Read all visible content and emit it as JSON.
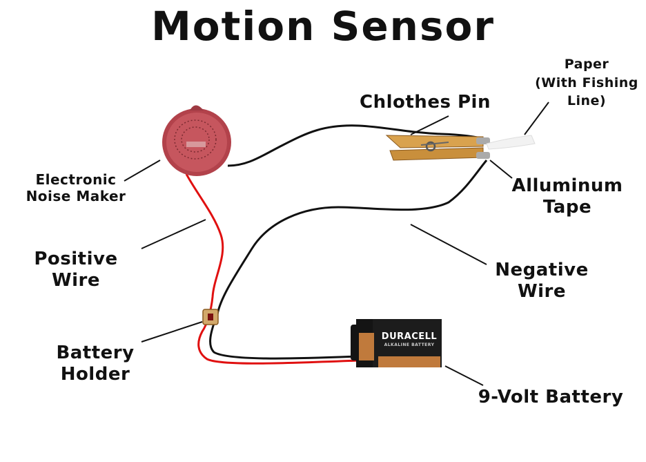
{
  "title": "Motion Sensor",
  "labels": {
    "clothes_pin": "Chlothes Pin",
    "paper": [
      "Paper",
      "(With Fishing",
      "Line)"
    ],
    "noise_maker": [
      "Electronic",
      "Noise Maker"
    ],
    "aluminum_tape": [
      "Alluminum",
      "Tape"
    ],
    "positive_wire": [
      "Positive",
      "Wire"
    ],
    "negative_wire": [
      "Negative",
      "Wire"
    ],
    "battery_holder": [
      "Battery",
      "Holder"
    ],
    "battery": "9-Volt Battery"
  },
  "battery_brand": "DURACELL",
  "battery_subtext": "ALKALINE BATTERY",
  "colors": {
    "positive_wire": "#e01010",
    "negative_wire": "#111111",
    "noise_maker": "#b2424b",
    "clothes_pin": "#d9a24e",
    "battery_copper": "#c07a3c"
  }
}
